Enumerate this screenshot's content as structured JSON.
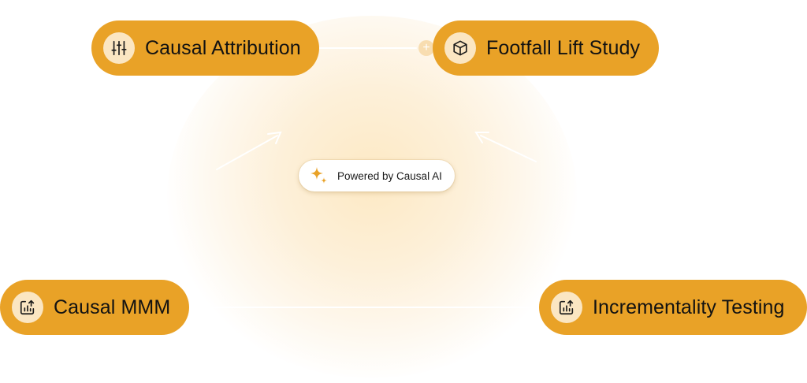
{
  "center": {
    "label": "Powered by Causal AI",
    "icon": "sparkle-icon"
  },
  "nodes": {
    "causal_attribution": {
      "label": "Causal Attribution",
      "icon": "sliders-icon"
    },
    "footfall_lift_study": {
      "label": "Footfall Lift Study",
      "icon": "box-icon"
    },
    "causal_mmm": {
      "label": "Causal MMM",
      "icon": "chart-upload-icon"
    },
    "incrementality_testing": {
      "label": "Incrementality Testing",
      "icon": "chart-upload-icon"
    }
  },
  "colors": {
    "pill": "#e9a227",
    "icon_badge": "#fbe6c2",
    "glow": "#fde9c4",
    "sparkle": "#e9a227"
  }
}
